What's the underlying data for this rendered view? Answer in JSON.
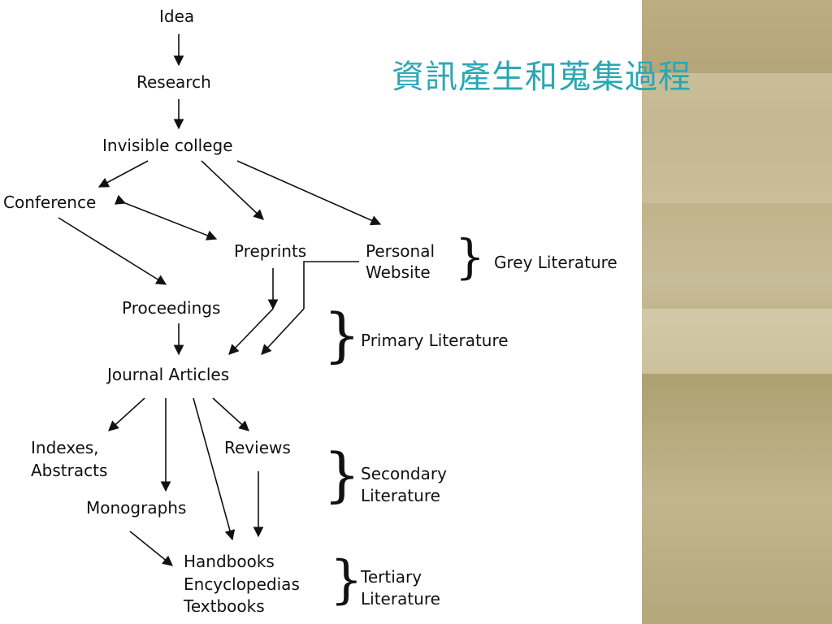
{
  "title": "資訊產生和蒐集過程",
  "nodes": {
    "idea": "Idea",
    "research": "Research",
    "invisible_college": "Invisible college",
    "conference": "Conference",
    "preprints": "Preprints",
    "personal_website_line1": "Personal",
    "personal_website_line2": "Website",
    "proceedings": "Proceedings",
    "journal_articles": "Journal Articles",
    "indexes_line1": "Indexes,",
    "indexes_line2": "Abstracts",
    "reviews": "Reviews",
    "monographs": "Monographs",
    "handbooks": "Handbooks",
    "encyclopedias": "Encyclopedias",
    "textbooks": "Textbooks"
  },
  "categories": {
    "grey": "Grey Literature",
    "primary": "Primary Literature",
    "secondary_line1": "Secondary",
    "secondary_line2": "Literature",
    "tertiary_line1": "Tertiary",
    "tertiary_line2": "Literature"
  },
  "colors": {
    "title": "#2aa7b3",
    "decor": "#c2b68c"
  }
}
